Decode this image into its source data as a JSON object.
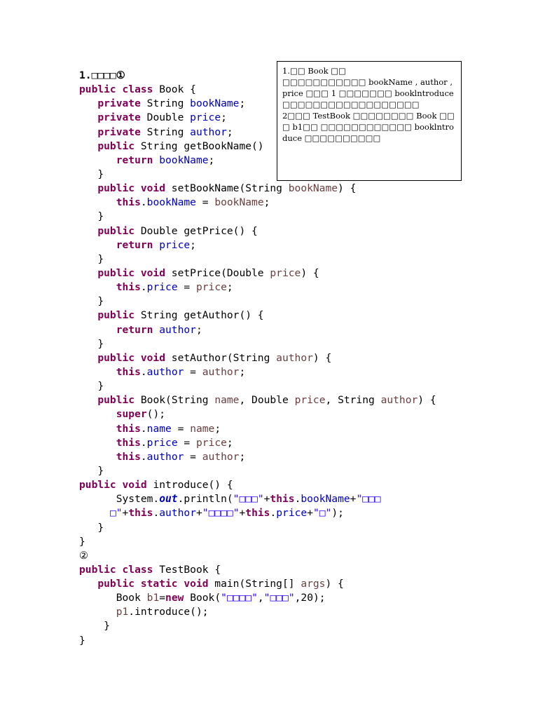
{
  "heading": "1.□□□□",
  "marker1": "①",
  "marker2": "②",
  "note": {
    "line1": "1.□□ Book □□",
    "line2": "□□□□□□□□□□□ bookName , author , price □□□ 1 □□□□□□□ booklntroduce □□□□□□□□□□□□□□□□□□",
    "line3": "2□□□ TestBook □□□□□□□□ Book □□□ b1□□ □□□□□□□□□□□□ booklntroduce □□□□□□□□□□"
  },
  "code": {
    "book_class": "Book",
    "test_class": "TestBook",
    "fields": {
      "bookName": "bookName",
      "price": "price",
      "author": "author",
      "name": "name"
    },
    "println_open": "\"□□□\"",
    "println_mid1": "\"□□□",
    "println_mid1b": "□\"",
    "println_mid2": "\"□□□□\"",
    "println_end": "\"□\"",
    "arg_title": "\"□□□□\"",
    "arg_author": "\"□□□\"",
    "arg_price": "20",
    "var_b1": "b1",
    "var_p1": "p1",
    "args": "args"
  }
}
